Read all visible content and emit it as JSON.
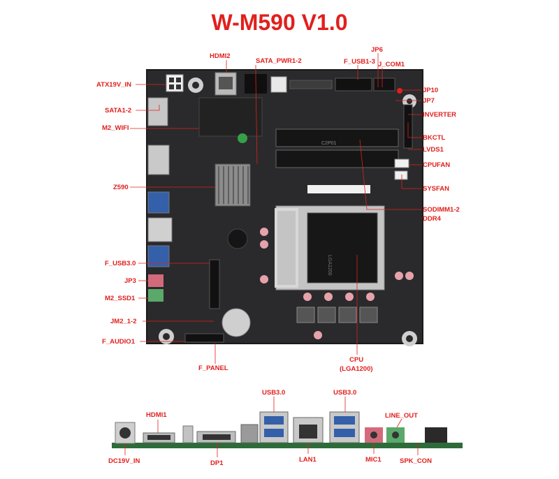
{
  "title": "W-M590 V1.0",
  "colors": {
    "label": "#e0201e",
    "leader": "#e0201e",
    "board": "#2b2b2d",
    "title": "#e0201e"
  },
  "board_labels": {
    "top": [
      "HDMI2",
      "SATA_PWR1-2",
      "JP6",
      "F_USB1-3",
      "J_COM1"
    ],
    "left": [
      "ATX19V_IN",
      "SATA1-2",
      "M2_WIFI",
      "Z590",
      "F_USB3.0",
      "JP3",
      "M2_SSD1",
      "JM2_1-2",
      "F_AUDIO1"
    ],
    "right": [
      "JP10",
      "JP7",
      "INVERTER",
      "BKCTL",
      "LVDS1",
      "CPUFAN",
      "SYSFAN",
      "SODIMM1-2",
      "DDR4"
    ],
    "bottom": [
      "F_PANEL",
      "CPU",
      "(LGA1200)"
    ]
  },
  "io_labels": {
    "top": [
      "HDMI1",
      "USB3.0",
      "USB3.0",
      "LINE_OUT"
    ],
    "bottom": [
      "DC19V_IN",
      "DP1",
      "LAN1",
      "MIC1",
      "SPK_CON"
    ]
  },
  "silkscreen": {
    "sodimm": "C2P01",
    "socket": "LGA1200"
  }
}
